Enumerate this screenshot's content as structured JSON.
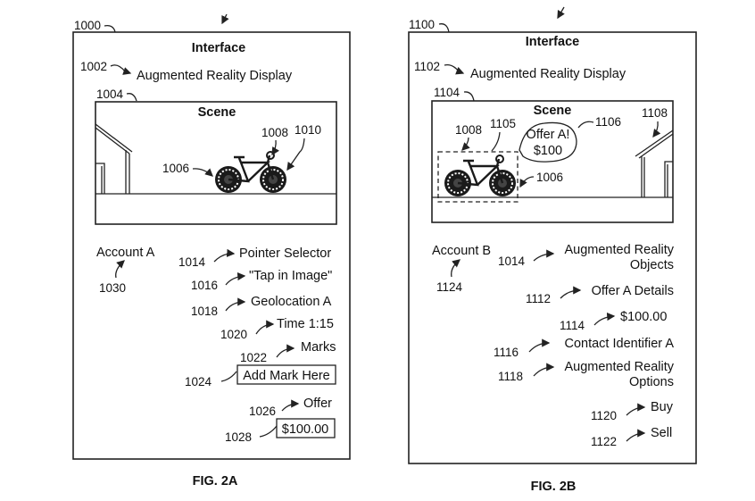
{
  "figures": [
    {
      "id": "fig2a",
      "caption": "FIG. 2A",
      "ref_interface": "1000",
      "title": "Interface",
      "ar_display": {
        "ref": "1002",
        "label": "Augmented Reality Display"
      },
      "scene": {
        "ref": "1004",
        "title": "Scene",
        "callouts": [
          {
            "ref": "1006",
            "target": "bicycle"
          },
          {
            "ref": "1008",
            "target": "bicycle-bell"
          },
          {
            "ref": "1010",
            "target": "bicycle-wheel"
          }
        ]
      },
      "account": {
        "label": "Account A",
        "ref": "1030"
      },
      "items": [
        {
          "ref": "1014",
          "label": "Pointer Selector"
        },
        {
          "ref": "1016",
          "label": "\"Tap in Image\""
        },
        {
          "ref": "1018",
          "label": "Geolocation A"
        },
        {
          "ref": "1020",
          "label": "Time 1:15"
        },
        {
          "ref": "1022",
          "label": "Marks"
        },
        {
          "ref": "1024",
          "label": "Add Mark Here",
          "boxed": true
        },
        {
          "ref": "1026",
          "label": "Offer"
        },
        {
          "ref": "1028",
          "label": "$100.00",
          "boxed": true
        }
      ]
    },
    {
      "id": "fig2b",
      "caption": "FIG. 2B",
      "ref_interface": "1100",
      "title": "Interface",
      "ar_display": {
        "ref": "1102",
        "label": "Augmented Reality Display"
      },
      "scene": {
        "ref": "1104",
        "title": "Scene",
        "bubble": {
          "ref": "1106",
          "line1": "Offer A!",
          "line2": "$100"
        },
        "callouts": [
          {
            "ref": "1008",
            "target": "bicycle-bell"
          },
          {
            "ref": "1105",
            "target": "selection-box"
          },
          {
            "ref": "1006",
            "target": "bicycle"
          },
          {
            "ref": "1108",
            "target": "house"
          }
        ]
      },
      "account": {
        "label": "Account B",
        "ref": "1124"
      },
      "items": [
        {
          "ref": "1014",
          "label": "Augmented Reality",
          "label2": "Objects"
        },
        {
          "ref": "1112",
          "label": "Offer A Details"
        },
        {
          "ref": "1114",
          "label": "$100.00"
        },
        {
          "ref": "1116",
          "label": "Contact Identifier A"
        },
        {
          "ref": "1118",
          "label": "Augmented Reality",
          "label2": "Options"
        },
        {
          "ref": "1120",
          "label": "Buy"
        },
        {
          "ref": "1122",
          "label": "Sell"
        }
      ]
    }
  ]
}
